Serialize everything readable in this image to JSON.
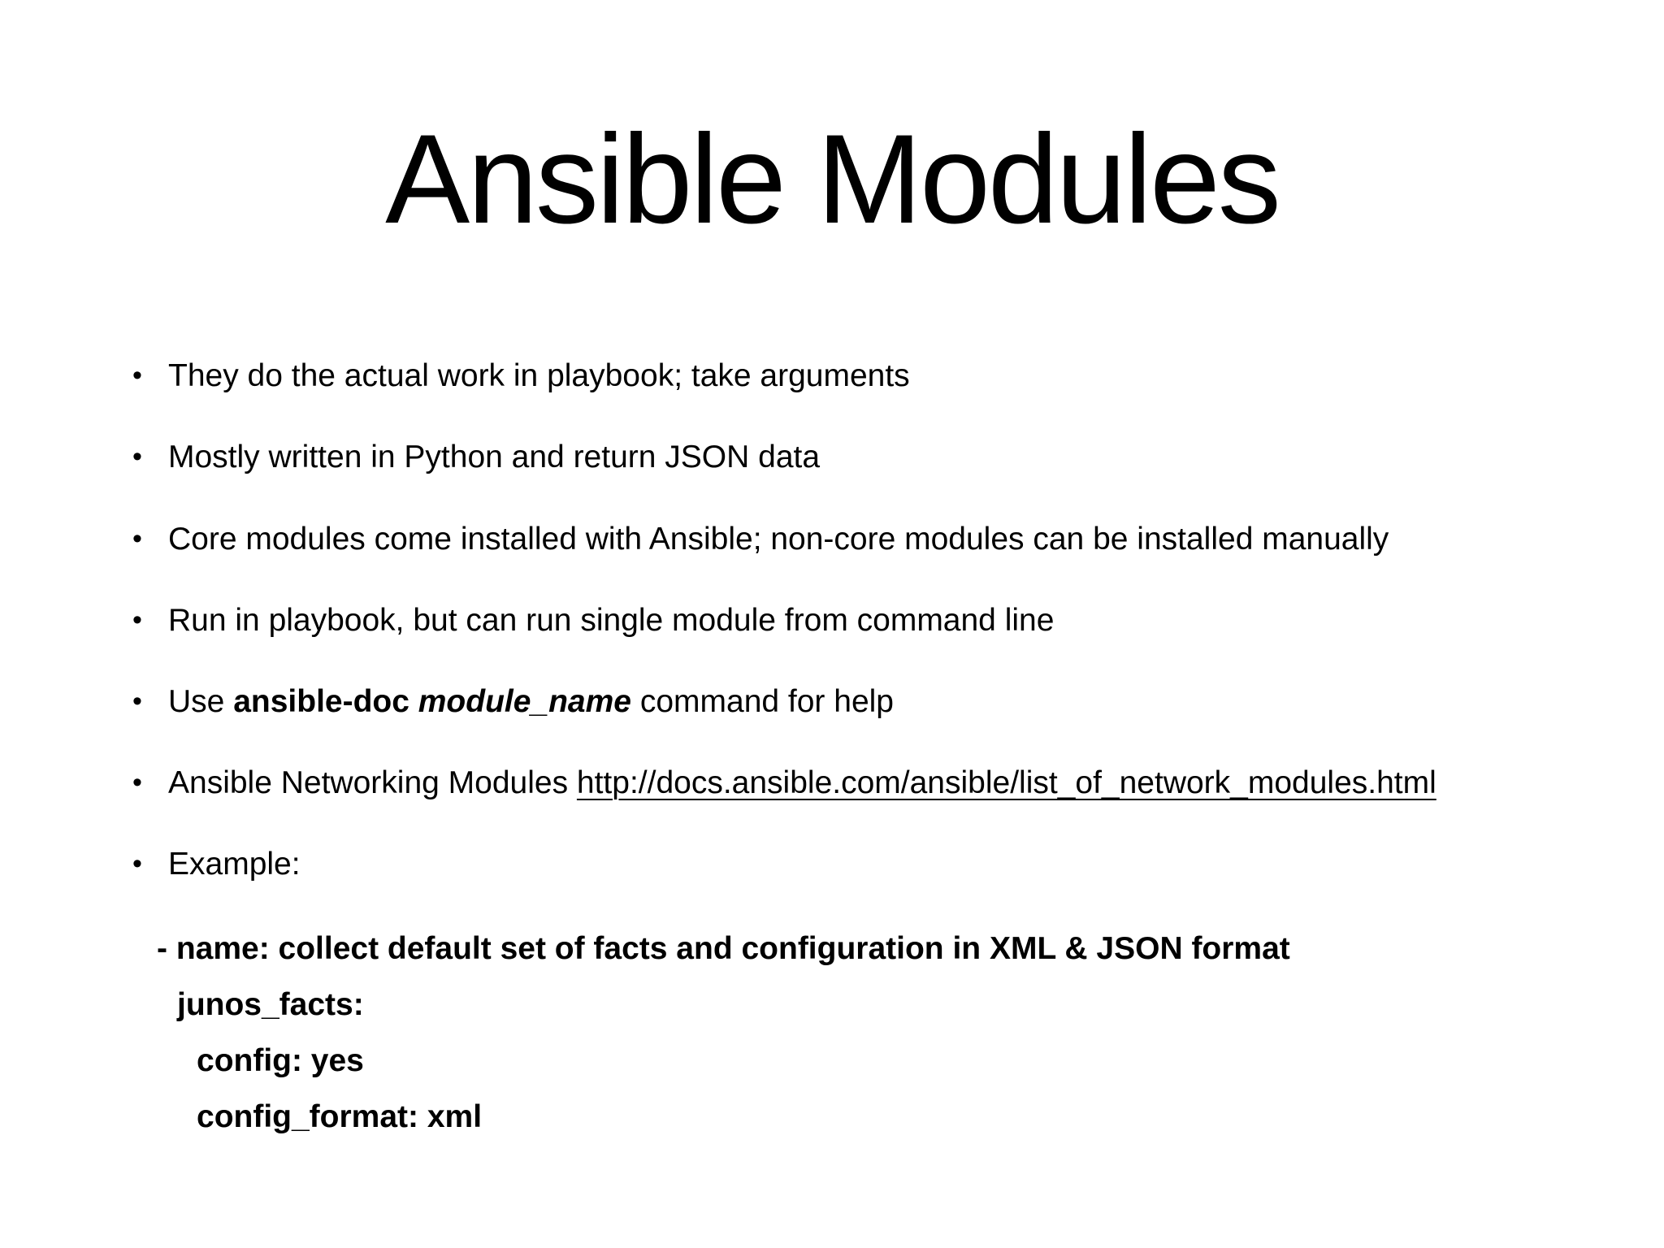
{
  "slide": {
    "title": "Ansible Modules",
    "bullet_marker": "•",
    "bullets": [
      {
        "text": "They do the actual work in playbook; take arguments"
      },
      {
        "text": "Mostly written in Python and return JSON data"
      },
      {
        "text": "Core modules come installed with Ansible; non-core modules can be installed manually"
      },
      {
        "text": "Run in playbook, but can run single module from command line"
      },
      {
        "parts": {
          "pre": "Use ",
          "command": "ansible-doc ",
          "argument": "module_name",
          "post": " command for help"
        }
      },
      {
        "parts": {
          "pre": "Ansible Networking Modules ",
          "link": "http://docs.ansible.com/ansible/list_of_network_modules.html"
        }
      },
      {
        "text": "Example:"
      }
    ],
    "code_example": {
      "lines": [
        {
          "text": "- name: collect default set of facts and configuration in XML & JSON format"
        },
        {
          "text": "junos_facts:"
        },
        {
          "text": "config: yes"
        },
        {
          "text": "config_format: xml"
        }
      ]
    },
    "colors": {
      "text": "#000000",
      "background": "#ffffff"
    }
  }
}
